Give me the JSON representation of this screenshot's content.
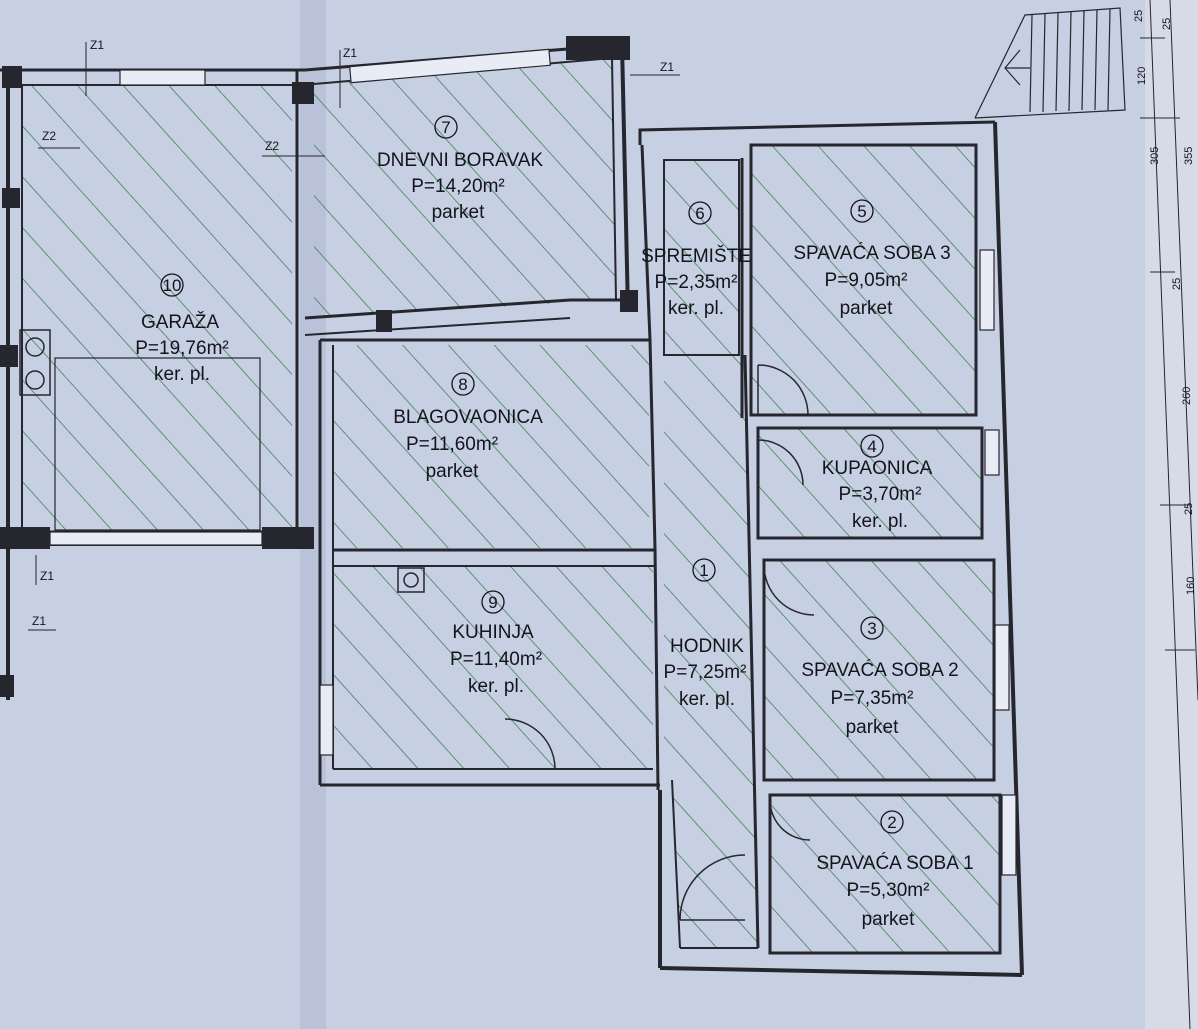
{
  "rooms": [
    {
      "id": "r1",
      "num": "1",
      "name": "HODNIK",
      "area": "P=7,25m²",
      "floor": "ker. pl."
    },
    {
      "id": "r2",
      "num": "2",
      "name": "SPAVAĆA SOBA 1",
      "area": "P=5,30m²",
      "floor": "parket"
    },
    {
      "id": "r3",
      "num": "3",
      "name": "SPAVAĆA SOBA 2",
      "area": "P=7,35m²",
      "floor": "parket"
    },
    {
      "id": "r4",
      "num": "4",
      "name": "KUPAONICA",
      "area": "P=3,70m²",
      "floor": "ker. pl."
    },
    {
      "id": "r5",
      "num": "5",
      "name": "SPAVAĆA SOBA 3",
      "area": "P=9,05m²",
      "floor": "parket"
    },
    {
      "id": "r6",
      "num": "6",
      "name": "SPREMIŠTE",
      "area": "P=2,35m²",
      "floor": "ker. pl."
    },
    {
      "id": "r7",
      "num": "7",
      "name": "DNEVNI BORAVAK",
      "area": "P=14,20m²",
      "floor": "parket"
    },
    {
      "id": "r8",
      "num": "8",
      "name": "BLAGOVAONICA",
      "area": "P=11,60m²",
      "floor": "parket"
    },
    {
      "id": "r9",
      "num": "9",
      "name": "KUHINJA",
      "area": "P=11,40m²",
      "floor": "ker. pl."
    },
    {
      "id": "r10",
      "num": "10",
      "name": "GARAŽA",
      "area": "P=19,76m²",
      "floor": "ker. pl."
    }
  ],
  "axis_labels": {
    "z1": "Z1",
    "z2": "Z2"
  },
  "dimensions": {
    "d25": "25",
    "d120": "120",
    "d305": "305",
    "d355": "355",
    "d260": "260",
    "d160": "160"
  },
  "colors": {
    "paper": "#c7cfe2",
    "wall": "#26262e",
    "hatch": "#2f7a45",
    "ink": "#14141c"
  }
}
